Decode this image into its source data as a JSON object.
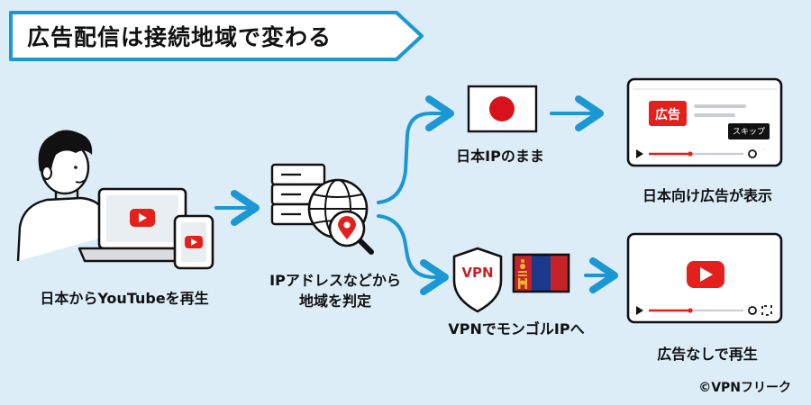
{
  "title": "広告配信は接続地域で変わる",
  "nodes": {
    "user": "日本からYouTubeを再生",
    "server": "IPアドレスなどから\n地域を判定",
    "japan_ip": "日本IPのまま",
    "vpn_ip": "VPNでモンゴルIPへ",
    "result_ad": "日本向け広告が表示",
    "result_noad": "広告なしで再生"
  },
  "badges": {
    "ad": "広告",
    "skip": "スキップ",
    "vpn": "VPN"
  },
  "credit": "©VPNフリーク",
  "colors": {
    "background": "#dcedf8",
    "accent_blue": "#1b97d4",
    "youtube_red": "#e4201c",
    "japan_red": "#d8121a",
    "mongolia_red": "#c5222a",
    "mongolia_blue": "#1b3a8c",
    "mongolia_gold": "#f2b632"
  }
}
